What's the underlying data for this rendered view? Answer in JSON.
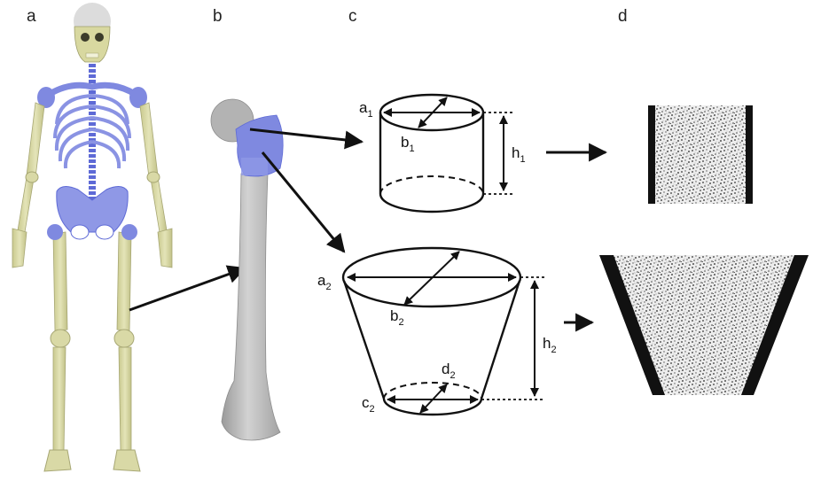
{
  "panels": {
    "a": "a",
    "b": "b",
    "c": "c",
    "d": "d"
  },
  "cylinder": {
    "a": {
      "base": "a",
      "sub": "1"
    },
    "b": {
      "base": "b",
      "sub": "1"
    },
    "h": {
      "base": "h",
      "sub": "1"
    }
  },
  "frustum": {
    "a": {
      "base": "a",
      "sub": "2"
    },
    "b": {
      "base": "b",
      "sub": "2"
    },
    "c": {
      "base": "c",
      "sub": "2"
    },
    "d": {
      "base": "d",
      "sub": "2"
    },
    "h": {
      "base": "h",
      "sub": "2"
    }
  },
  "colors": {
    "bone": "#d9d9a6",
    "highlight": "#7f89e0",
    "femur": "#b9b9b9",
    "line": "#111111"
  }
}
